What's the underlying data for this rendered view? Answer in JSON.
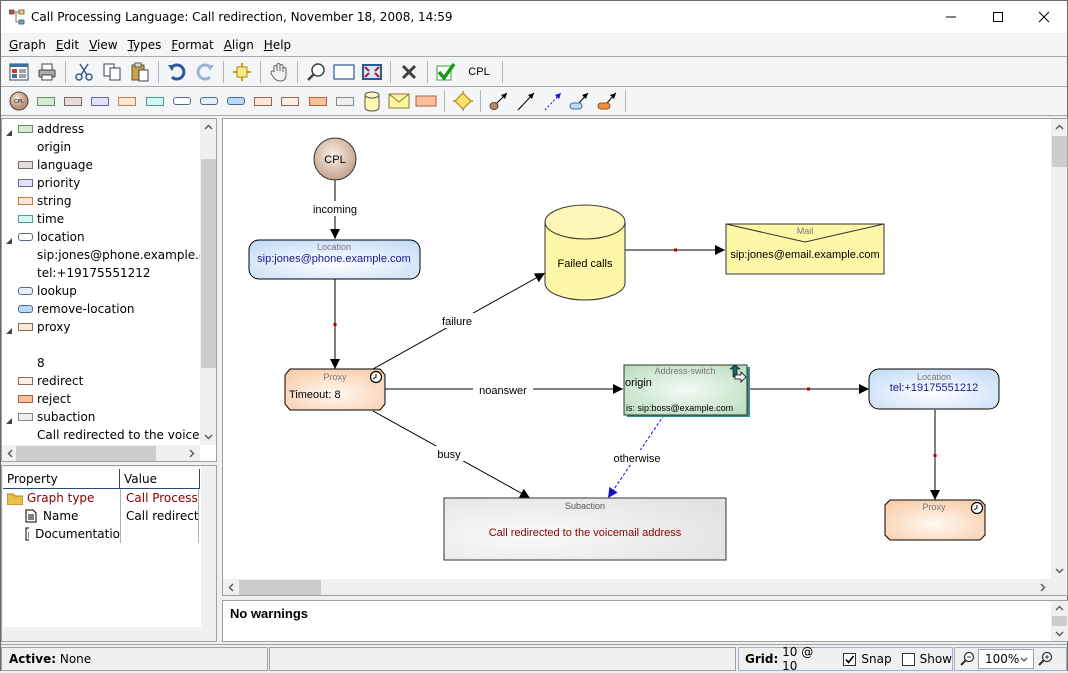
{
  "window": {
    "title": "Call Processing Language: Call redirection, November 18, 2008, 14:59",
    "controls": [
      "minimize",
      "maximize",
      "close"
    ]
  },
  "menu": [
    {
      "label": "Graph",
      "mnemonic": "G"
    },
    {
      "label": "Edit",
      "mnemonic": "E"
    },
    {
      "label": "View",
      "mnemonic": "V"
    },
    {
      "label": "Types",
      "mnemonic": "T"
    },
    {
      "label": "Format",
      "mnemonic": "F"
    },
    {
      "label": "Align",
      "mnemonic": "A"
    },
    {
      "label": "Help",
      "mnemonic": "H"
    }
  ],
  "toolbar": {
    "buttons": [
      "properties-icon",
      "print-icon",
      "cut-icon",
      "copy-icon",
      "paste-icon",
      "undo-icon",
      "redo-icon",
      "add-node-icon",
      "pan-hand-icon",
      "zoom-icon",
      "fit-rect-icon",
      "fit-all-icon",
      "delete-icon",
      "validate-icon"
    ],
    "cpl_label": "CPL"
  },
  "palette": {
    "start_label": "CPL",
    "swatches": [
      {
        "name": "address",
        "fill": "#d5ead5",
        "border": "#6a8a6a"
      },
      {
        "name": "language",
        "fill": "#e6dcdc",
        "border": "#7a6a6a"
      },
      {
        "name": "priority",
        "fill": "#e0e0f8",
        "border": "#6a6a9a"
      },
      {
        "name": "string",
        "fill": "#fde6d2",
        "border": "#c0804a"
      },
      {
        "name": "time",
        "fill": "#d6f6f4",
        "border": "#4a9a9a"
      },
      {
        "name": "location",
        "fill": "#ffffff",
        "border": "#5a6a8a"
      },
      {
        "name": "lookup",
        "fill": "#e4effc",
        "border": "#5a6a8a"
      },
      {
        "name": "remove-location",
        "fill": "#bcd6f4",
        "border": "#4a6a9a"
      },
      {
        "name": "proxy",
        "fill": "#fde6d6",
        "border": "#8a6a5a"
      },
      {
        "name": "redirect",
        "fill": "#fbeee4",
        "border": "#8a6a5a"
      },
      {
        "name": "reject",
        "fill": "#f8c09a",
        "border": "#b0603a"
      },
      {
        "name": "subaction",
        "fill": "#efefef",
        "border": "#888888"
      }
    ],
    "extras": [
      "log-cylinder-icon",
      "mail-icon",
      "reject-box-icon",
      "switch-diamond-icon",
      "start-edge-icon",
      "edge-icon",
      "otherwise-edge-icon",
      "location-edge-icon",
      "reject-edge-icon"
    ]
  },
  "tree": {
    "items": [
      {
        "label": "address",
        "expanded": true,
        "swatch": "address",
        "level": 0
      },
      {
        "label": "origin",
        "level": 1
      },
      {
        "label": "language",
        "swatch": "language",
        "level": 0
      },
      {
        "label": "priority",
        "swatch": "priority",
        "level": 0
      },
      {
        "label": "string",
        "swatch": "string",
        "level": 0
      },
      {
        "label": "time",
        "swatch": "time",
        "level": 0
      },
      {
        "label": "location",
        "expanded": true,
        "swatch": "location",
        "level": 0
      },
      {
        "label": "sip:jones@phone.example.com",
        "level": 1
      },
      {
        "label": "tel:+19175551212",
        "level": 1
      },
      {
        "label": "lookup",
        "swatch": "lookup",
        "level": 0
      },
      {
        "label": "remove-location",
        "swatch": "remove-location",
        "level": 0
      },
      {
        "label": "proxy",
        "expanded": true,
        "swatch": "proxy",
        "level": 0
      },
      {
        "label": "",
        "level": 1
      },
      {
        "label": "8",
        "level": 1
      },
      {
        "label": "redirect",
        "swatch": "redirect",
        "level": 0
      },
      {
        "label": "reject",
        "swatch": "reject",
        "level": 0
      },
      {
        "label": "subaction",
        "expanded": true,
        "swatch": "subaction",
        "level": 0
      },
      {
        "label": "Call redirected to the voicemail",
        "level": 1
      }
    ]
  },
  "properties": {
    "headers": {
      "property": "Property",
      "value": "Value"
    },
    "rows": [
      {
        "property": "Graph type",
        "value": "Call Processi",
        "kind": "folder"
      },
      {
        "property": "Name",
        "value": "Call redirecti",
        "kind": "doc"
      },
      {
        "property": "Documentatio",
        "value": "",
        "kind": "doc"
      }
    ]
  },
  "diagram": {
    "nodes": {
      "start": {
        "label": "CPL"
      },
      "location1": {
        "type": "Location",
        "value": "sip:jones@phone.example.com"
      },
      "failed": {
        "label": "Failed calls"
      },
      "mail": {
        "type": "Mail",
        "value": "sip:jones@email.example.com"
      },
      "proxy1": {
        "type": "Proxy",
        "value": "Timeout:  8"
      },
      "switch": {
        "type": "Address-switch",
        "field": "origin",
        "case": "is: sip:boss@example.com"
      },
      "location2": {
        "type": "Location",
        "value": "tel:+19175551212"
      },
      "subaction": {
        "type": "Subaction",
        "value": "Call redirected to the voicemail address"
      },
      "proxy2": {
        "type": "Proxy"
      }
    },
    "edges": {
      "incoming": "incoming",
      "failure": "failure",
      "noanswer": "noanswer",
      "busy": "busy",
      "otherwise": "otherwise"
    }
  },
  "warnings": {
    "text": "No warnings"
  },
  "status": {
    "active_label": "Active:",
    "active_value": "None",
    "grid_label": "Grid:",
    "grid_value": "10 @ 10",
    "snap_label": "Snap",
    "snap_checked": true,
    "show_label": "Show",
    "show_checked": false,
    "zoom_value": "100%"
  }
}
